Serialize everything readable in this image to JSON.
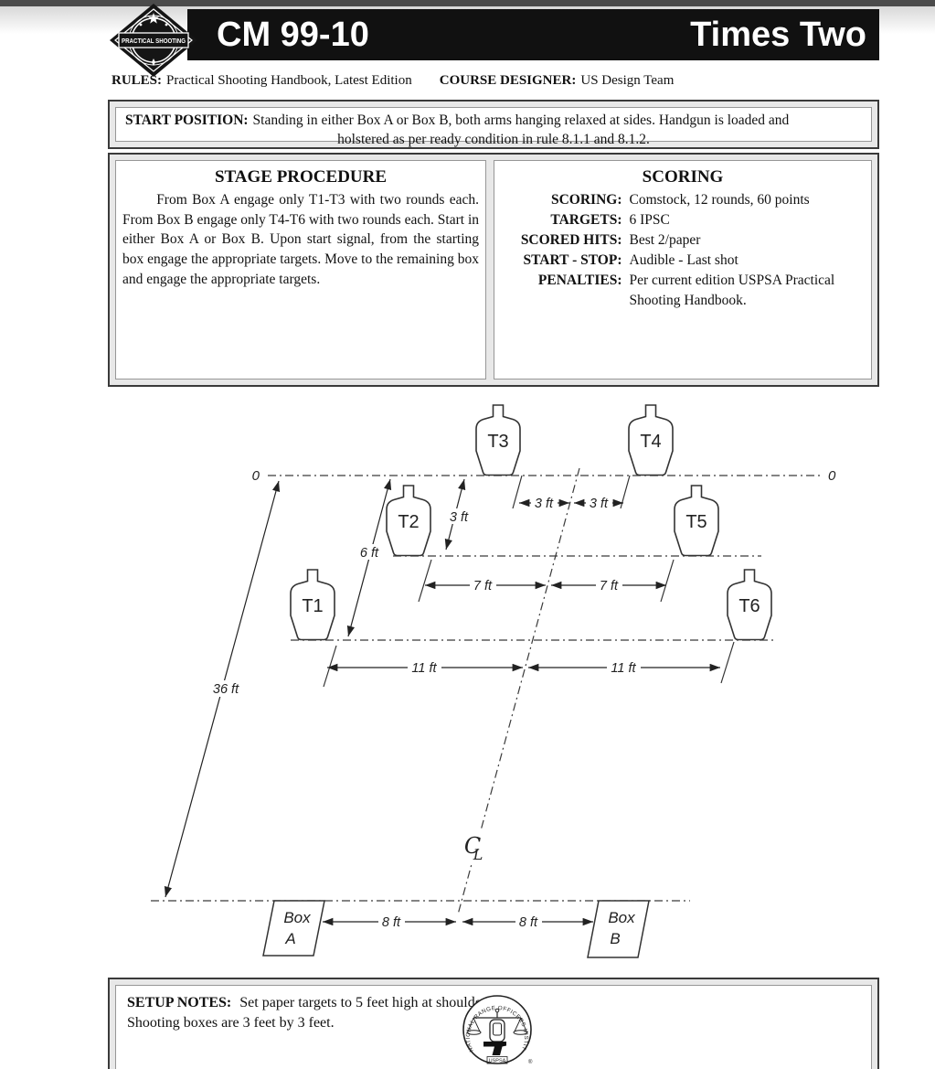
{
  "page": {
    "bg": "#ffffff",
    "top_bar_color": "#4b4b4b",
    "header_bar_color": "#111111"
  },
  "header": {
    "course_code": "CM 99-10",
    "course_title": "Times Two",
    "logo": {
      "banner_text": "PRACTICAL SHOOTING"
    }
  },
  "meta": {
    "rules_label": "RULES:",
    "rules_value": "Practical Shooting Handbook, Latest Edition",
    "designer_label": "COURSE DESIGNER:",
    "designer_value": "US Design Team"
  },
  "start_position": {
    "label": "START POSITION:",
    "line1": "Standing in either Box A or Box B, both arms hanging relaxed at sides. Handgun is loaded and",
    "line2": "holstered as per ready condition in rule 8.1.1 and 8.1.2."
  },
  "stage_procedure": {
    "title": "STAGE PROCEDURE",
    "body": "From Box A engage only T1-T3 with two rounds each. From Box B engage only T4-T6 with two rounds each. Start in either Box A or Box B. Upon start signal, from the starting box engage the appropriate targets. Move to the remaining box and engage the appropriate targets."
  },
  "scoring": {
    "title": "SCORING",
    "rows": [
      {
        "label": "SCORING:",
        "value": "Comstock, 12 rounds, 60 points"
      },
      {
        "label": "TARGETS:",
        "value": "6 IPSC"
      },
      {
        "label": "SCORED HITS:",
        "value": "Best 2/paper"
      },
      {
        "label": "START - STOP:",
        "value": "Audible - Last shot"
      },
      {
        "label": "PENALTIES:",
        "value": "Per current edition USPSA Practical Shooting Handbook."
      }
    ]
  },
  "diagram": {
    "zero_left": "0",
    "zero_right": "0",
    "targets": [
      {
        "id": "T1"
      },
      {
        "id": "T2"
      },
      {
        "id": "T3"
      },
      {
        "id": "T4"
      },
      {
        "id": "T5"
      },
      {
        "id": "T6"
      }
    ],
    "dims": {
      "vert3": "3 ft",
      "left3": "3 ft",
      "right3": "3 ft",
      "vert6": "6 ft",
      "left7": "7 ft",
      "right7": "7 ft",
      "left11": "11 ft",
      "right11": "11 ft",
      "d36": "36 ft",
      "left8": "8 ft",
      "right8": "8 ft"
    },
    "centerline": {
      "c": "C",
      "l": "L"
    },
    "box_a": {
      "word": "Box",
      "letter": "A"
    },
    "box_b": {
      "word": "Box",
      "letter": "B"
    }
  },
  "setup_notes": {
    "label": "SETUP NOTES:",
    "text": "Set paper targets to 5 feet high at shoulders. Shooting boxes are 3 feet by 3 feet."
  },
  "seal": {
    "ring_text": "NATIONAL RANGE OFFICERS INSTITUTE",
    "bottom_text": "USPSA",
    "registered": "®"
  }
}
